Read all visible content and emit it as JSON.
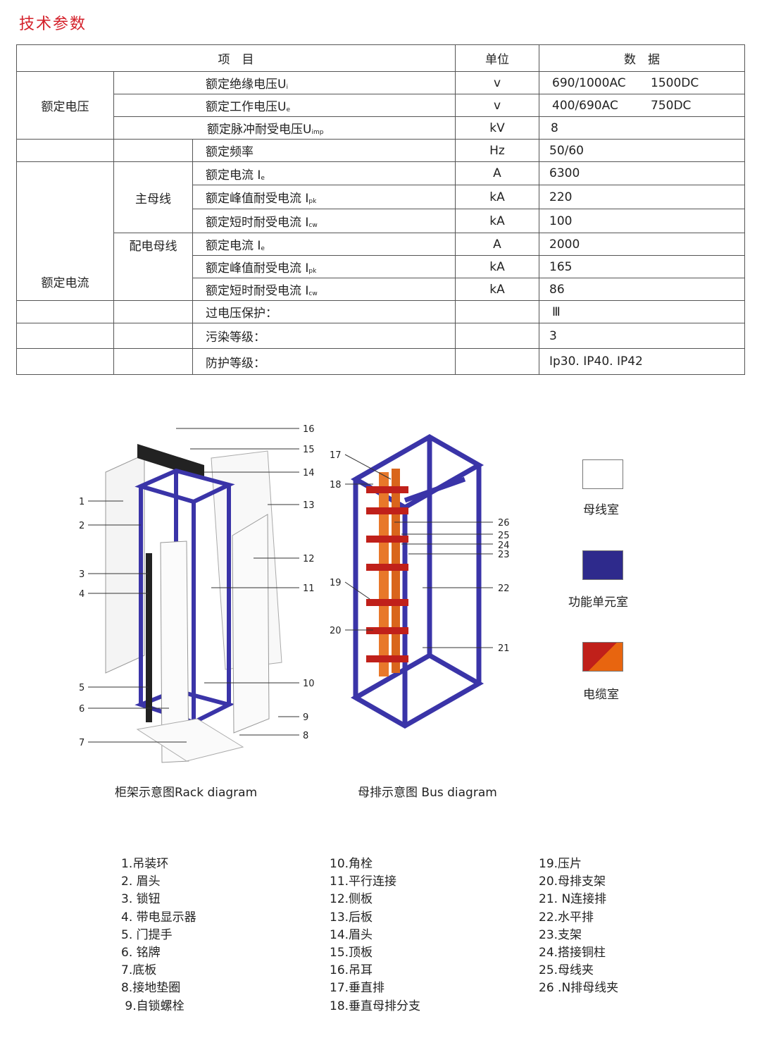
{
  "title": "技术参数",
  "table": {
    "headers": {
      "item": "项　目",
      "unit": "单位",
      "data": "数　据"
    },
    "groups": {
      "voltage": "额定电压",
      "current": "额定电流",
      "main_bus": "主母线",
      "dist_bus": "配电母线"
    },
    "rows": [
      {
        "label": "额定绝缘电压U",
        "sub": "i",
        "unit": "v",
        "value": "690/1000AC",
        "value2": "1500DC"
      },
      {
        "label": "额定工作电压U",
        "sub": "e",
        "unit": "v",
        "value": "400/690AC",
        "value2": "750DC"
      },
      {
        "label": "额定脉冲耐受电压U",
        "sub": "imp",
        "unit": "kV",
        "value": "8"
      },
      {
        "label": "额定频率",
        "unit": "Hz",
        "value": "50/60"
      },
      {
        "label": "额定电流 I",
        "sub": "e",
        "unit": "A",
        "value": "6300"
      },
      {
        "label": "额定峰值耐受电流 I",
        "sub": "pk",
        "unit": "kA",
        "value": "220"
      },
      {
        "label": "额定短时耐受电流 I",
        "sub": "cw",
        "unit": "kA",
        "value": "100"
      },
      {
        "label": "额定电流 I",
        "sub": "e",
        "unit": "A",
        "value": "2000"
      },
      {
        "label": "额定峰值耐受电流 I",
        "sub": "pk",
        "unit": "kA",
        "value": "165"
      },
      {
        "label": "额定短时耐受电流 I",
        "sub": "cw",
        "unit": "kA",
        "value": "86"
      },
      {
        "label": "过电压保护：",
        "unit": "",
        "value": "Ⅲ"
      },
      {
        "label": "污染等级：",
        "unit": "",
        "value": "3"
      },
      {
        "label": "防护等级：",
        "unit": "",
        "value": "Ip30. IP40. IP42"
      }
    ]
  },
  "rack": {
    "caption": "柜架示意图Rack diagram",
    "left_nums": [
      "1",
      "2",
      "3",
      "4",
      "5",
      "6",
      "7"
    ],
    "right_nums": [
      "16",
      "15",
      "14",
      "13",
      "12",
      "11",
      "10",
      "9",
      "8"
    ]
  },
  "bus": {
    "caption": "母排示意图 Bus diagram",
    "left_nums": [
      "17",
      "18",
      "19",
      "20"
    ],
    "right_nums": [
      "26",
      "25",
      "24",
      "23",
      "22",
      "21"
    ]
  },
  "legend": [
    {
      "label": "母线室",
      "color": "#ffffff"
    },
    {
      "label": "功能单元室",
      "color": "#2e2a8c"
    },
    {
      "label": "电缆室",
      "color": "#c0201a",
      "color2": "#e8650f"
    }
  ],
  "parts": [
    [
      "1.吊装环",
      "2. 眉头",
      "3. 锁钮",
      "4. 带电显示器",
      "5. 门提手",
      "6. 铭牌",
      "7.底板",
      "8.接地垫圈",
      " 9.自锁螺栓"
    ],
    [
      "10.角栓",
      "11.平行连接",
      "12.侧板",
      "13.后板",
      "14.眉头",
      "15.顶板",
      "16.吊耳",
      "17.垂直排",
      "18.垂直母排分支"
    ],
    [
      "19.压片",
      "20.母排支架",
      "21. N连接排",
      "22.水平排",
      "23.支架",
      "24.搭接铜柱",
      "25.母线夹",
      "26 .N排母线夹"
    ]
  ]
}
